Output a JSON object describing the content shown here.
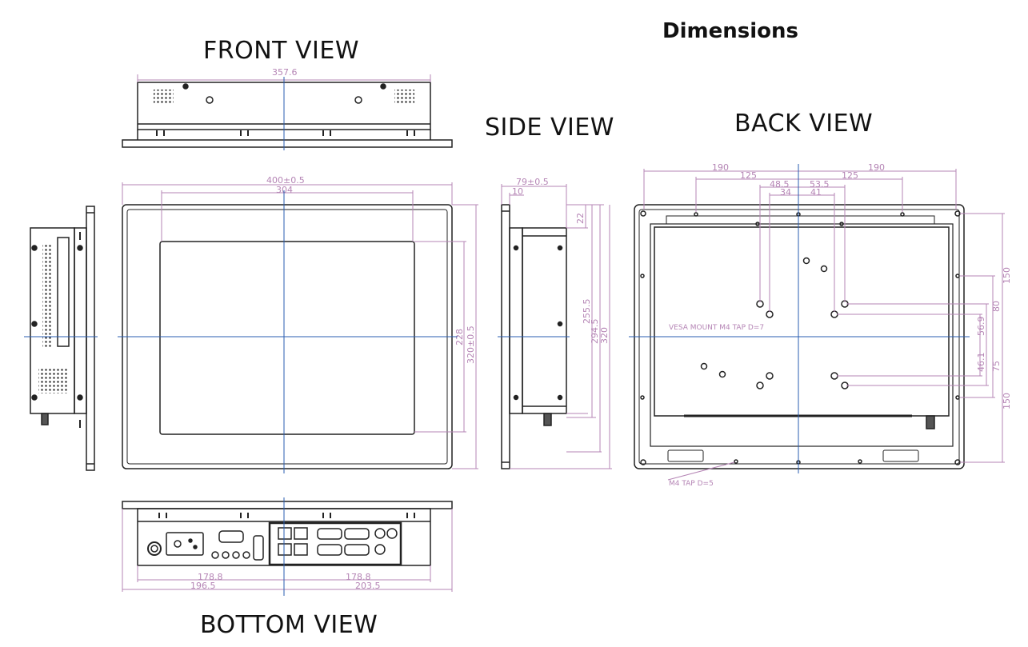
{
  "title": "Dimensions",
  "views": {
    "front": "FRONT VIEW",
    "side": "SIDE VIEW",
    "back": "BACK VIEW",
    "bottom": "BOTTOM  VIEW"
  },
  "dimensions": {
    "front_width": "357.6",
    "overall_width": "400±0.5",
    "display_width": "304",
    "display_height": "228",
    "overall_height": "320±0.5",
    "side_depth": "79±0.5",
    "side_top_offset": "10",
    "side_top_gap": "22",
    "side_h1": "255.5",
    "side_h2": "294.5",
    "side_h3": "320",
    "back_w_left": "190",
    "back_w_right": "190",
    "back_mount_left": "125",
    "back_mount_right": "125",
    "vesa_left": "48.5",
    "vesa_right": "53.5",
    "vesa_inner_left": "34",
    "vesa_inner_right": "41",
    "back_r1": "150",
    "back_r2": "80",
    "back_r3": "56.9",
    "back_r4": "46.1",
    "back_r5": "75",
    "back_r6": "150",
    "vesa_note": "VESA MOUNT M4 TAP D=7",
    "m4_note": "M4 TAP D=5",
    "bottom_l1": "178.8",
    "bottom_r1": "178.8",
    "bottom_l2": "196.5",
    "bottom_r2": "203.5"
  }
}
